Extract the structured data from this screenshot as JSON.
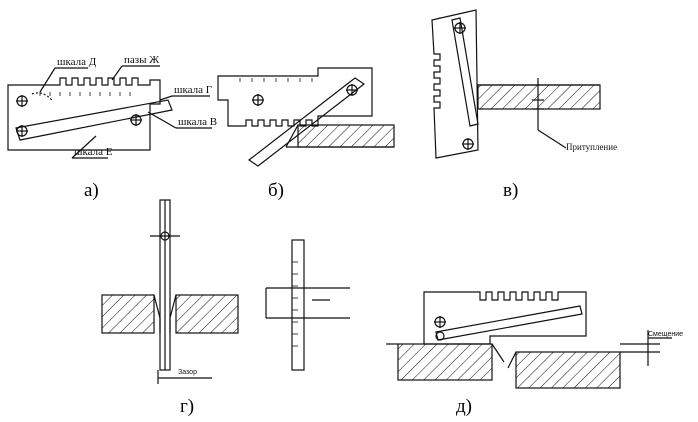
{
  "panels": {
    "a": {
      "caption": "а)",
      "labels": {
        "scale_d": "шкала Д",
        "slots_zh": "пазы Ж",
        "scale_g": "шкала Г",
        "scale_v": "шкала В",
        "scale_e": "шкала Е"
      }
    },
    "b": {
      "caption": "б)"
    },
    "v": {
      "caption": "в)",
      "labels": {
        "blunting": "Притупление"
      }
    },
    "g": {
      "caption": "г)",
      "labels": {
        "gap": "Зазор"
      }
    },
    "d": {
      "caption": "д)",
      "labels": {
        "offset": "Смещение"
      }
    }
  },
  "colors": {
    "ink": "#111111",
    "paper": "#ffffff"
  }
}
